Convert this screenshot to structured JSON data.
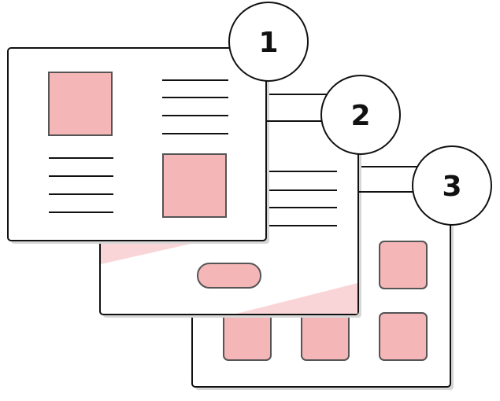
{
  "colors": {
    "stroke": "#111111",
    "card_fill": "#ffffff",
    "block_fill": "#f4b6b7",
    "block_stroke": "#555555",
    "accent_band": "#f9d5d8",
    "shadow": "#d6d6d6"
  },
  "cards": [
    {
      "number": "1"
    },
    {
      "number": "2"
    },
    {
      "number": "3"
    }
  ]
}
